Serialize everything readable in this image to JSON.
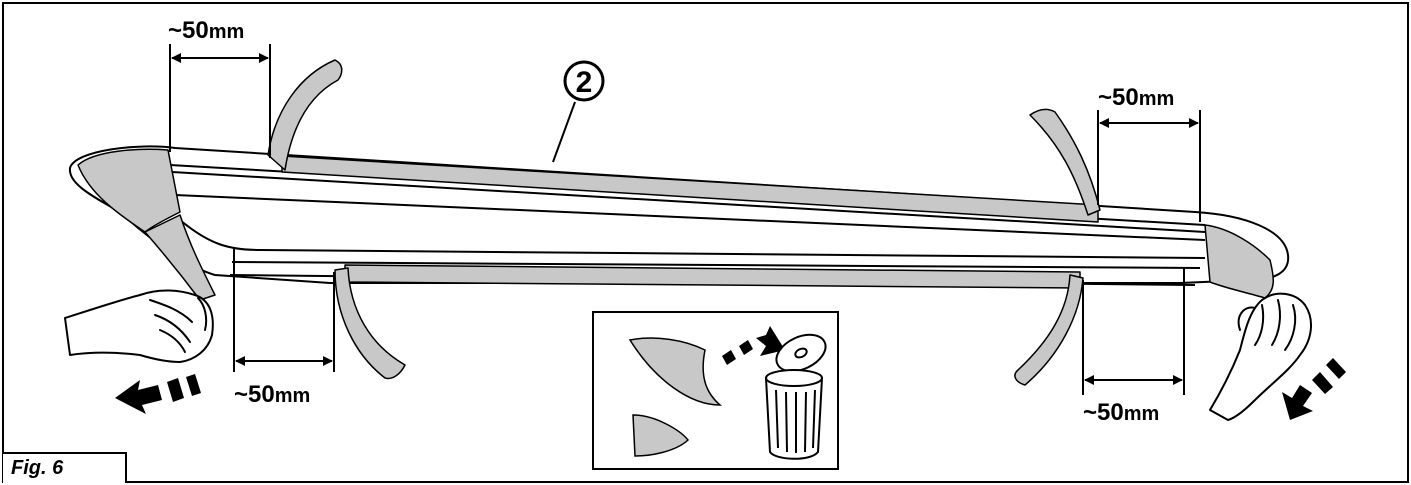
{
  "figure_label": "Fig. 6",
  "callout_number": "2",
  "dimensions": {
    "top_left": "~50",
    "top_right": "~50",
    "bottom_left": "~50",
    "bottom_right": "~50",
    "unit": "mm"
  },
  "colors": {
    "tape": "#c8c8c8",
    "line": "#000000",
    "background": "#ffffff"
  },
  "icons": [
    "hand-icon",
    "direction-arrow-icon",
    "trash-can-icon",
    "discarded-film-icon"
  ]
}
